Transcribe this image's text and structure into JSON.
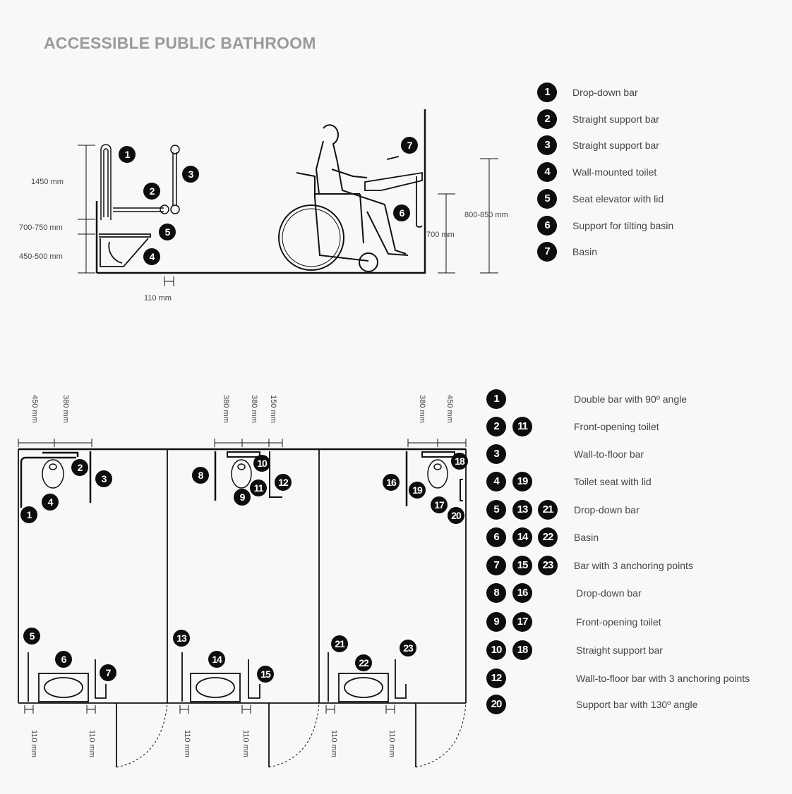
{
  "title": "ACCESSIBLE PUBLIC BATHROOM",
  "elevation": {
    "dimensions": [
      "1450 mm",
      "700-750 mm",
      "450-500 mm",
      "110 mm",
      "800-850 mm",
      "700 mm"
    ],
    "badges": [
      "1",
      "2",
      "3",
      "4",
      "5",
      "6",
      "7"
    ],
    "legend": [
      {
        "num": "1",
        "label": "Drop-down bar"
      },
      {
        "num": "2",
        "label": "Straight support bar"
      },
      {
        "num": "3",
        "label": "Straight support bar"
      },
      {
        "num": "4",
        "label": "Wall-mounted toilet"
      },
      {
        "num": "5",
        "label": "Seat elevator with lid"
      },
      {
        "num": "6",
        "label": "Support for tilting basin"
      },
      {
        "num": "7",
        "label": "Basin"
      }
    ]
  },
  "plan": {
    "top_dimensions": [
      "450 mm",
      "380 mm",
      "380 mm",
      "380 mm",
      "150 mm",
      "380 mm",
      "450 mm"
    ],
    "bottom_dimensions": [
      "110 mm",
      "110 mm",
      "110 mm",
      "110 mm",
      "110 mm",
      "110 mm"
    ],
    "badges": [
      "1",
      "2",
      "3",
      "4",
      "5",
      "6",
      "7",
      "8",
      "9",
      "10",
      "11",
      "12",
      "13",
      "14",
      "15",
      "16",
      "17",
      "18",
      "19",
      "20",
      "21",
      "22",
      "23"
    ],
    "legend": [
      {
        "nums": [
          "1"
        ],
        "label": "Double bar with 90º angle"
      },
      {
        "nums": [
          "2",
          "11"
        ],
        "label": "Front-opening toilet"
      },
      {
        "nums": [
          "3"
        ],
        "label": "Wall-to-floor bar"
      },
      {
        "nums": [
          "4",
          "19"
        ],
        "label": "Toilet seat with lid"
      },
      {
        "nums": [
          "5",
          "13",
          "21"
        ],
        "label": "Drop-down bar"
      },
      {
        "nums": [
          "6",
          "14",
          "22"
        ],
        "label": "Basin"
      },
      {
        "nums": [
          "7",
          "15",
          "23"
        ],
        "label": "Bar with 3 anchoring points"
      },
      {
        "nums": [
          "8",
          "16"
        ],
        "label": "Drop-down bar"
      },
      {
        "nums": [
          "9",
          "17"
        ],
        "label": "Front-opening toilet"
      },
      {
        "nums": [
          "10",
          "18"
        ],
        "label": "Straight support bar"
      },
      {
        "nums": [
          "12"
        ],
        "label": "Wall-to-floor bar with 3 anchoring points"
      },
      {
        "nums": [
          "20"
        ],
        "label": "Support bar with 130º angle"
      }
    ]
  }
}
